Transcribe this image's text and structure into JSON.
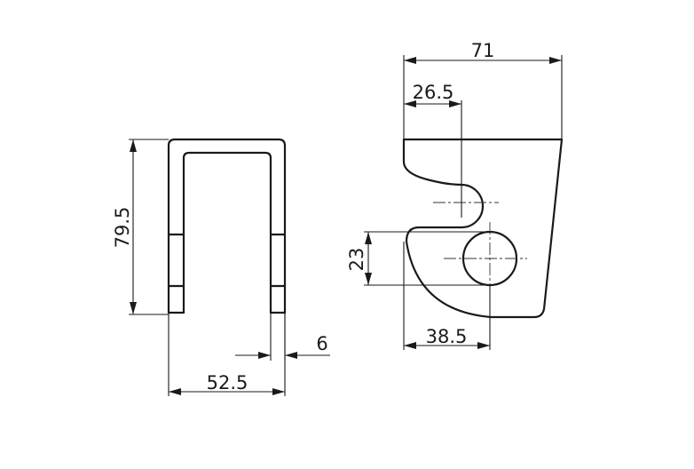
{
  "drawing": {
    "left_view": {
      "dim_height": "79.5",
      "dim_width": "52.5",
      "dim_thickness": "6"
    },
    "right_view": {
      "dim_overall_width": "71",
      "dim_notch_offset": "26.5",
      "dim_hole_diameter": "23",
      "dim_hole_offset": "38.5"
    }
  }
}
